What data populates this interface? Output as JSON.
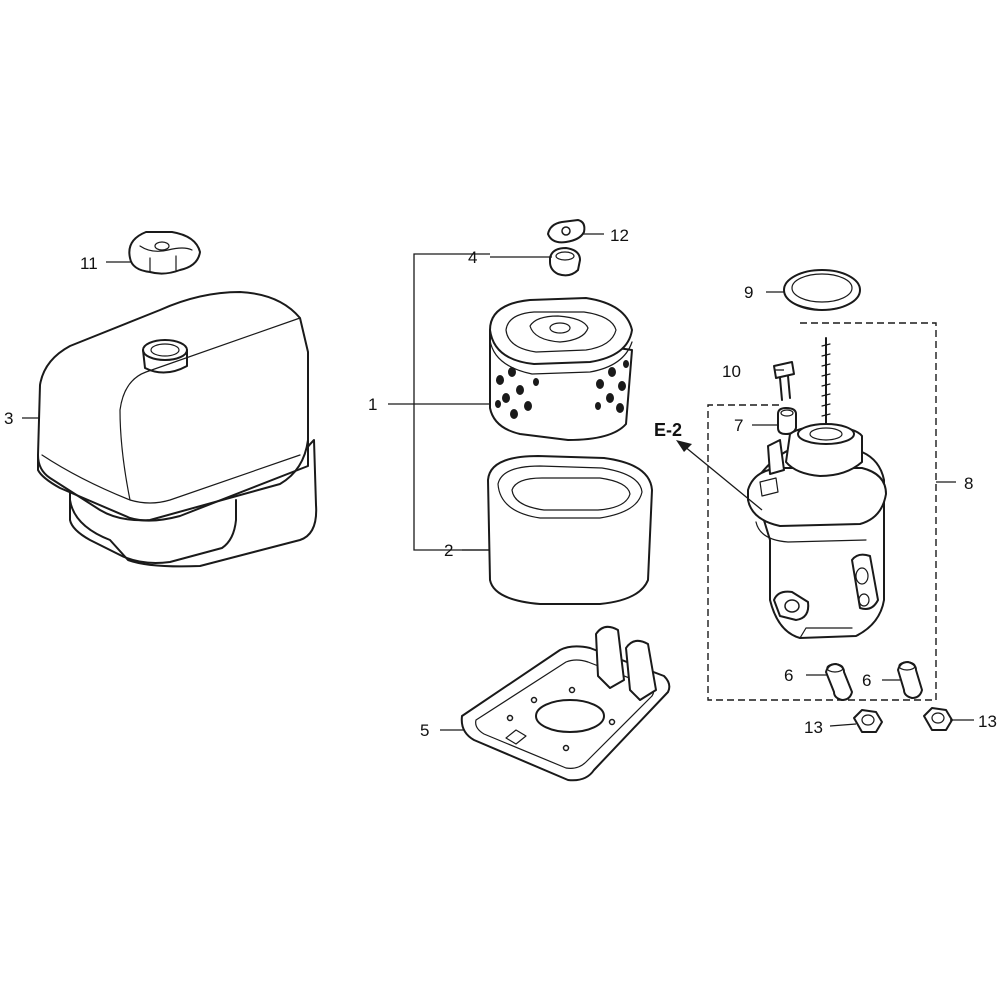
{
  "callouts": {
    "c1": "1",
    "c2": "2",
    "c3": "3",
    "c4": "4",
    "c5": "5",
    "c6a": "6",
    "c6b": "6",
    "c7": "7",
    "c8": "8",
    "c9": "9",
    "c10": "10",
    "c11": "11",
    "c12": "12",
    "c13a": "13",
    "c13b": "13"
  },
  "reference": "E-2"
}
